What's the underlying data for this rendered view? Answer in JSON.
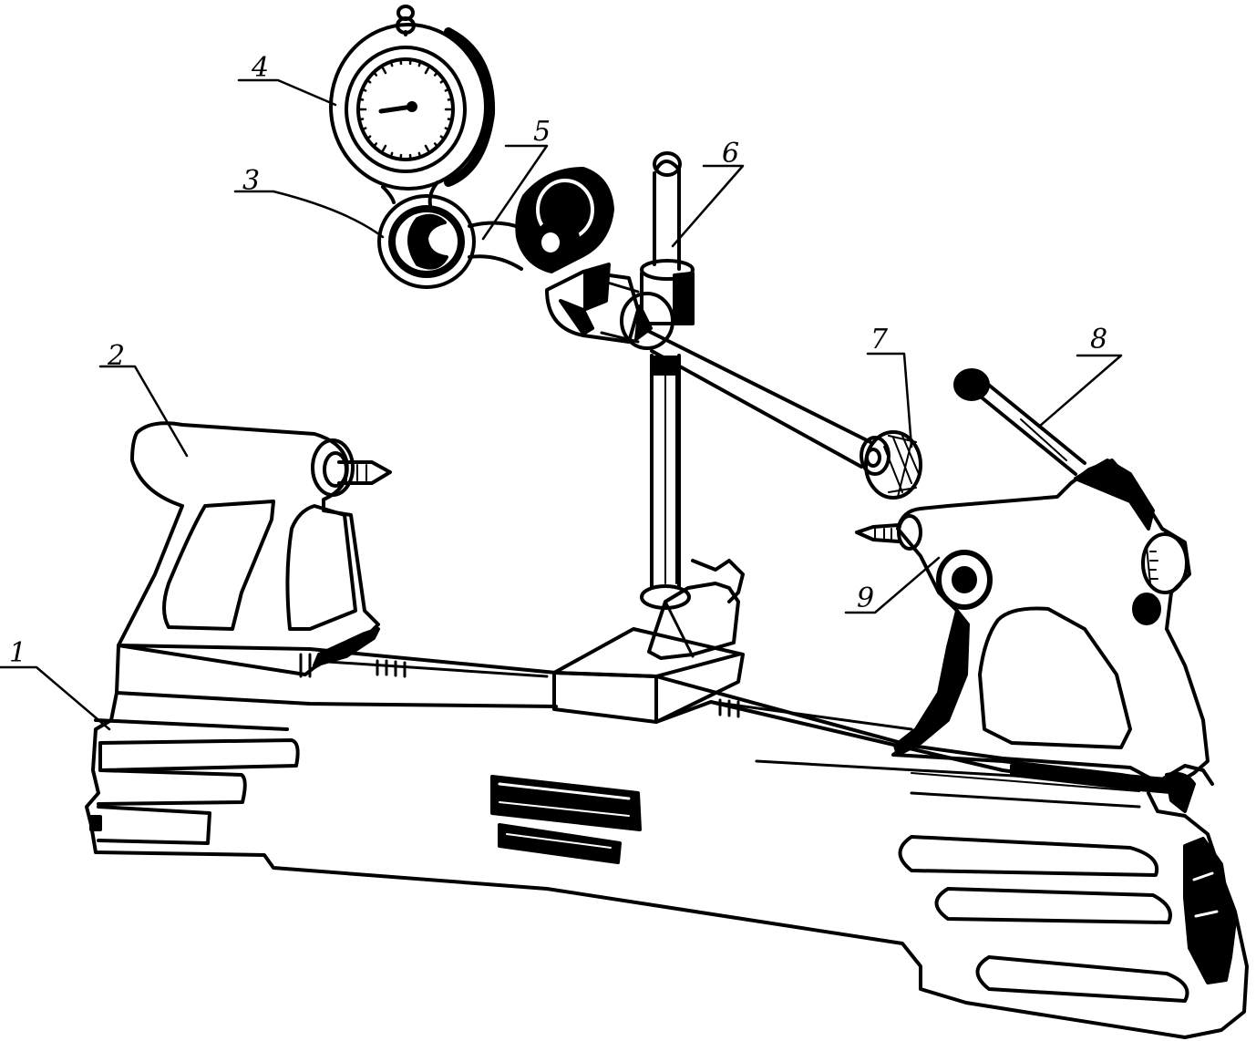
{
  "figure": {
    "callouts": [
      {
        "id": "1",
        "text": "1"
      },
      {
        "id": "2",
        "text": "2"
      },
      {
        "id": "3",
        "text": "3"
      },
      {
        "id": "4",
        "text": "4"
      },
      {
        "id": "5",
        "text": "5"
      },
      {
        "id": "6",
        "text": "6"
      },
      {
        "id": "7",
        "text": "7"
      },
      {
        "id": "8",
        "text": "8"
      },
      {
        "id": "9",
        "text": "9"
      }
    ],
    "parts": [
      "bed",
      "left-headstock",
      "clamp-ring",
      "dial-indicator",
      "indicator-holder-arm",
      "stand-column",
      "counterweight-knob",
      "lever-handle",
      "right-tailstock"
    ]
  },
  "colors": {
    "ink": "#000000",
    "paper": "#ffffff"
  }
}
